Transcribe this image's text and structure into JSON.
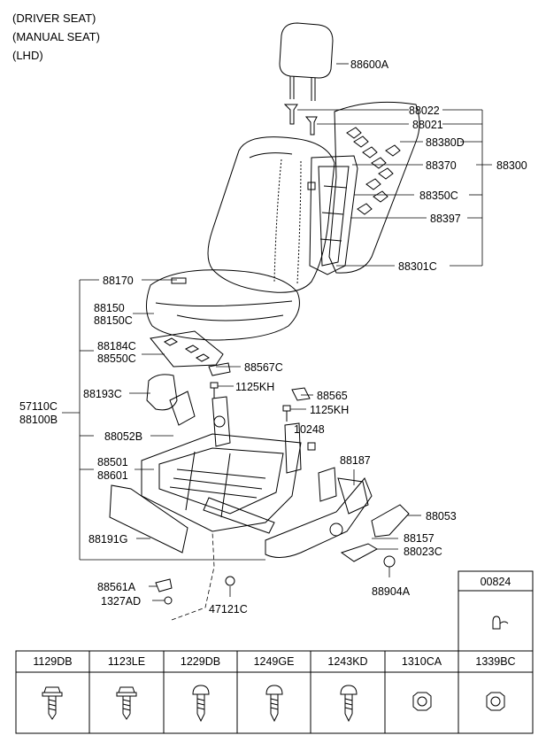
{
  "header": {
    "line1": "(DRIVER SEAT)",
    "line2": "(MANUAL SEAT)",
    "line3": "(LHD)"
  },
  "parts": {
    "p88600A": "88600A",
    "p88022": "88022",
    "p88021": "88021",
    "p88380D": "88380D",
    "p88370": "88370",
    "p88300": "88300",
    "p88350C": "88350C",
    "p88397": "88397",
    "p88301C": "88301C",
    "p88170": "88170",
    "p88150": "88150",
    "p88150C": "88150C",
    "p88184C": "88184C",
    "p88550C": "88550C",
    "p88567C": "88567C",
    "p1125KH_a": "1125KH",
    "p88565": "88565",
    "p88193C": "88193C",
    "p1125KH_b": "1125KH",
    "p57110C": "57110C",
    "p88100B": "88100B",
    "p10248": "10248",
    "p88052B": "88052B",
    "p88187": "88187",
    "p88501": "88501",
    "p88601": "88601",
    "p88053": "88053",
    "p88157": "88157",
    "p88023C": "88023C",
    "p88191G": "88191G",
    "p88904A": "88904A",
    "p88561A": "88561A",
    "p1327AD": "1327AD",
    "p47121C": "47121C"
  },
  "side_box": {
    "code": "00824"
  },
  "fastener_table": {
    "codes": [
      "1129DB",
      "1123LE",
      "1229DB",
      "1249GE",
      "1243KD",
      "1310CA",
      "1339BC"
    ],
    "icons": [
      "flange-bolt-icon",
      "flange-bolt-icon",
      "screw-icon",
      "screw-icon",
      "screw-icon",
      "nut-icon",
      "nut-icon"
    ]
  }
}
